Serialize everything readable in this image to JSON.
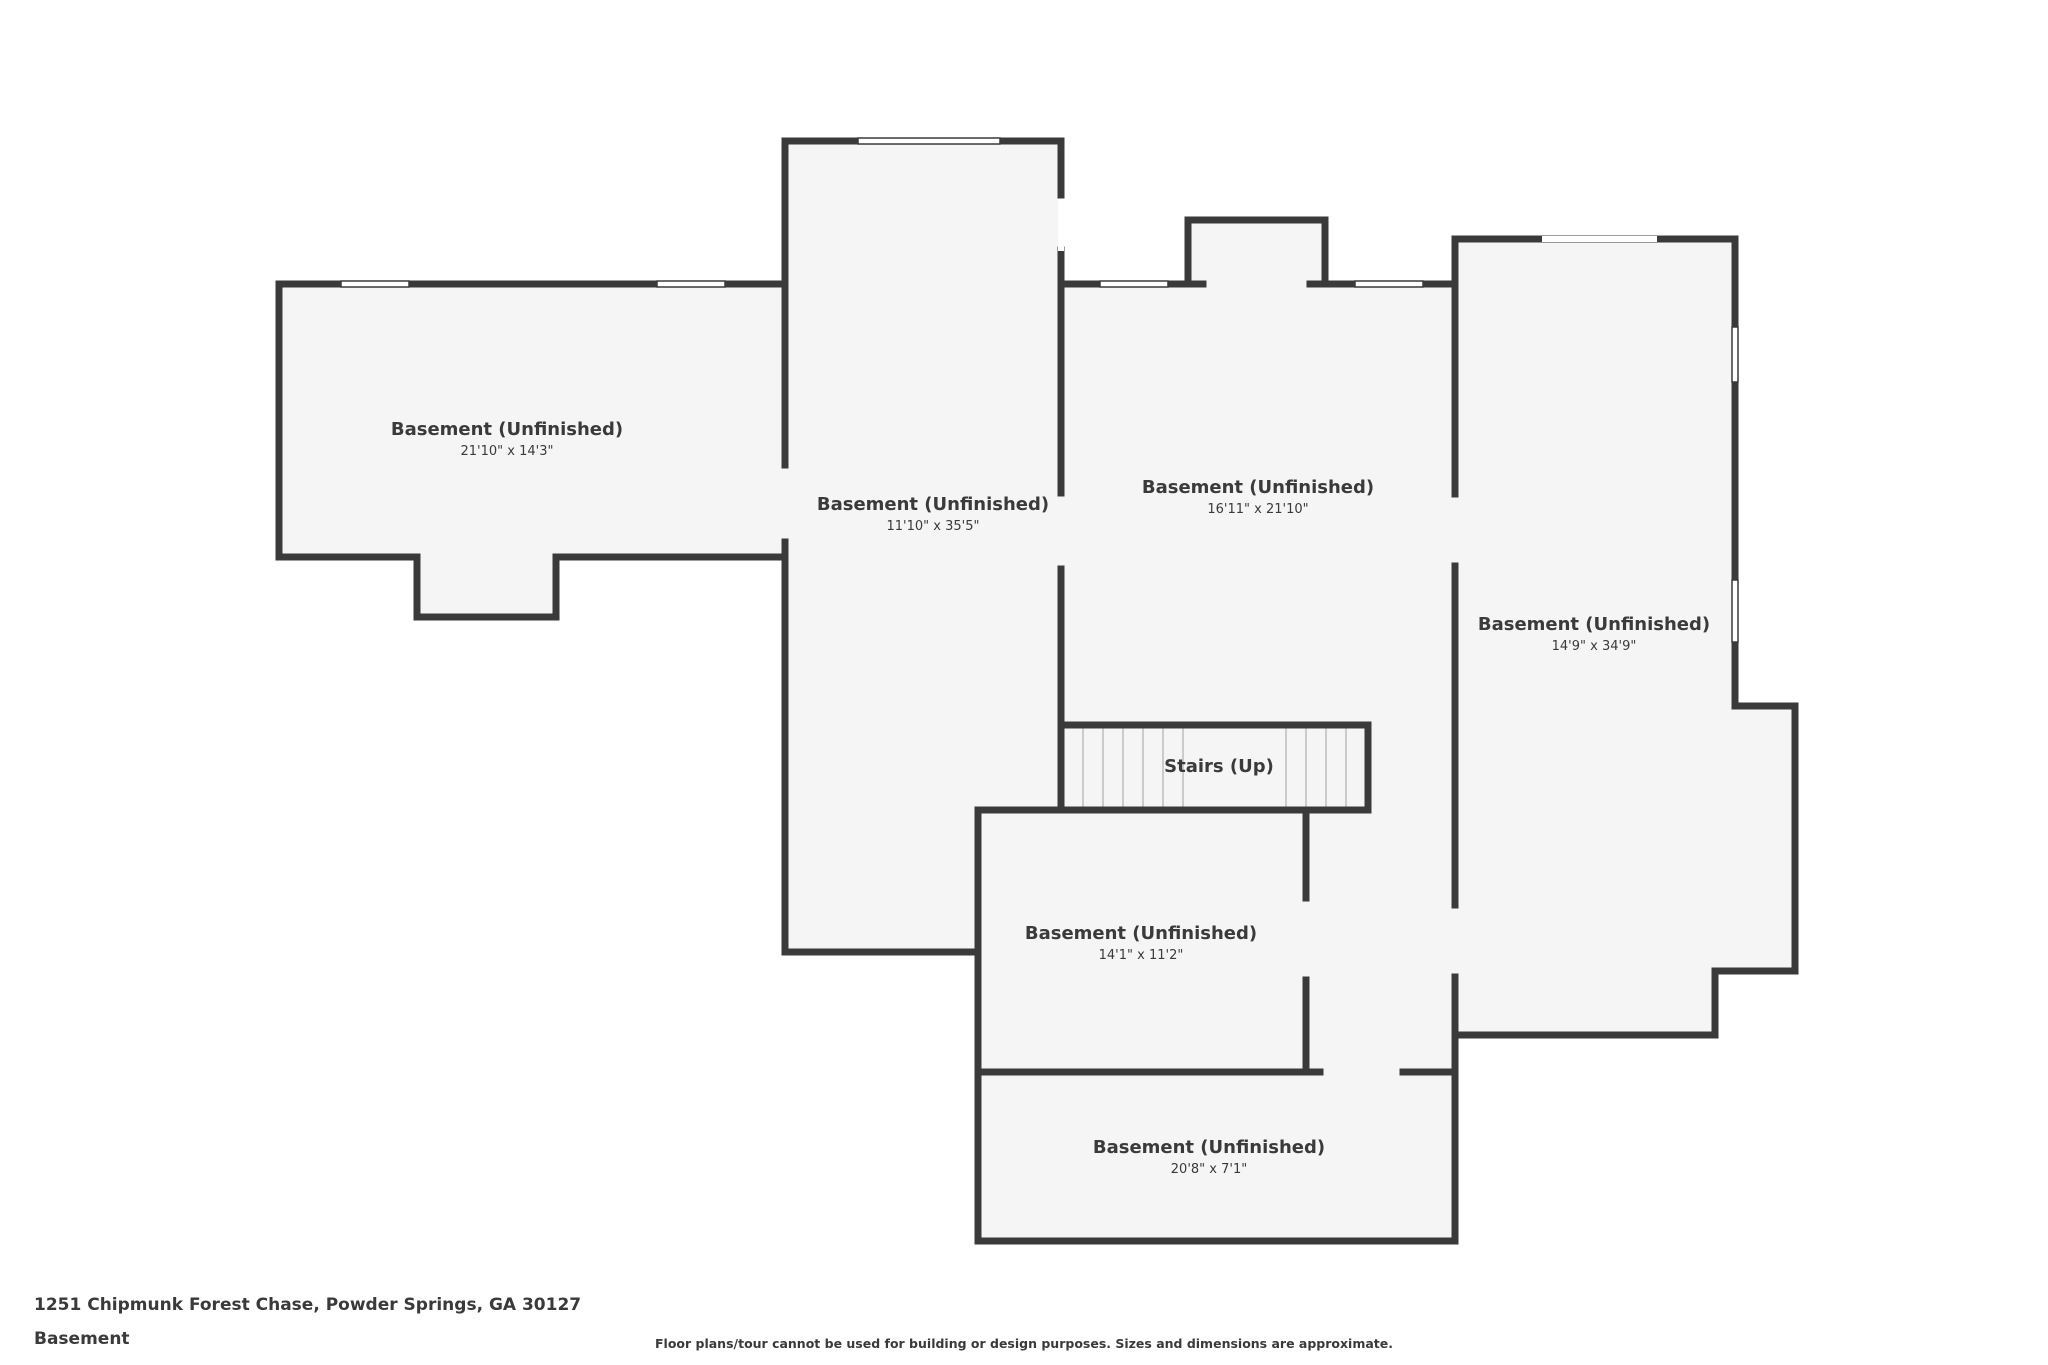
{
  "rooms": [
    {
      "name": "Basement (Unfinished)",
      "dims": "21'10\" x 14'3\""
    },
    {
      "name": "Basement (Unfinished)",
      "dims": "11'10\" x 35'5\""
    },
    {
      "name": "Basement (Unfinished)",
      "dims": "16'11\" x 21'10\""
    },
    {
      "name": "Basement (Unfinished)",
      "dims": "14'9\" x 34'9\""
    },
    {
      "name": "Basement (Unfinished)",
      "dims": "14'1\" x 11'2\""
    },
    {
      "name": "Basement (Unfinished)",
      "dims": "20'8\" x 7'1\""
    }
  ],
  "stairs": {
    "label": "Stairs (Up)"
  },
  "footer": {
    "address": "1251 Chipmunk Forest Chase, Powder Springs, GA 30127",
    "level": "Basement",
    "disclaimer": "Floor plans/tour cannot be used for building or design purposes. Sizes and dimensions are approximate."
  },
  "colors": {
    "wall": "#3a3a3a",
    "floor": "#f5f5f5",
    "background": "#ffffff"
  }
}
